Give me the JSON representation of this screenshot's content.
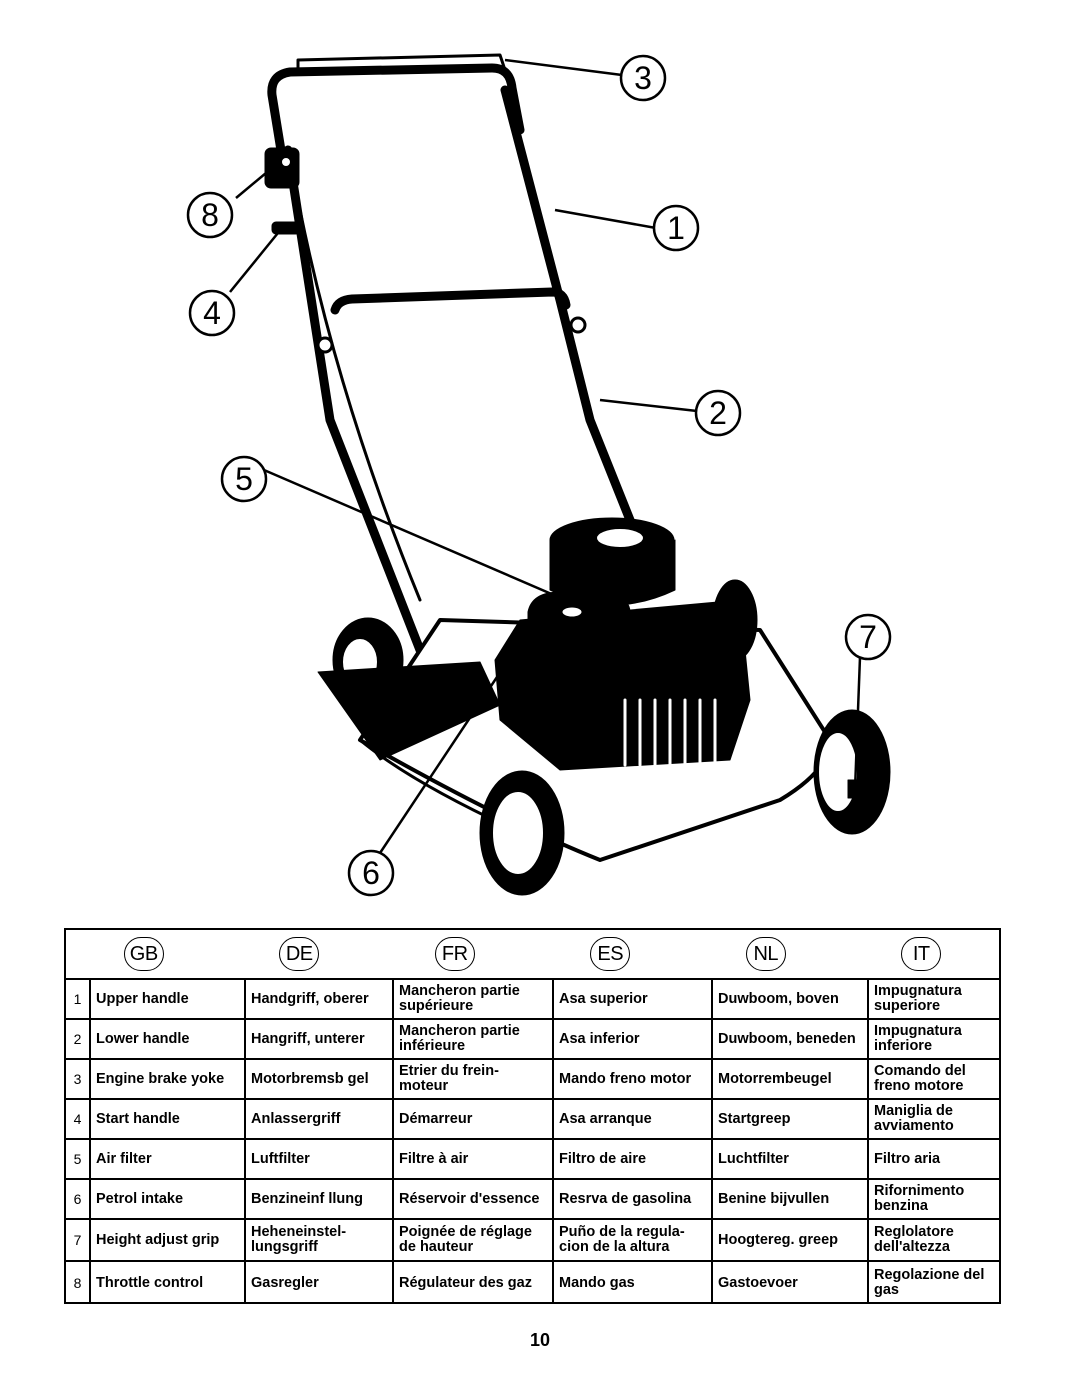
{
  "callouts": [
    "1",
    "2",
    "3",
    "4",
    "5",
    "6",
    "7",
    "8"
  ],
  "languages": [
    "GB",
    "DE",
    "FR",
    "ES",
    "NL",
    "IT"
  ],
  "parts": [
    {
      "num": "1",
      "gb": "Upper handle",
      "de": "Handgriff, oberer",
      "fr": "Mancheron partie supérieure",
      "es": "Asa superior",
      "nl": "Duwboom, boven",
      "it": "Impugnatura superiore"
    },
    {
      "num": "2",
      "gb": "Lower handle",
      "de": "Hangriff, unterer",
      "fr": "Mancheron partie inférieure",
      "es": "Asa inferior",
      "nl": "Duwboom, beneden",
      "it": "Impugnatura inferiore"
    },
    {
      "num": "3",
      "gb": "Engine brake yoke",
      "de": "Motorbremsb gel",
      "fr": "Etrier du frein-moteur",
      "es": "Mando freno motor",
      "nl": "Motorrembeugel",
      "it": "Comando del freno motore"
    },
    {
      "num": "4",
      "gb": "Start handle",
      "de": "Anlassergriff",
      "fr": "Démarreur",
      "es": "Asa arranque",
      "nl": "Startgreep",
      "it": "Maniglia de avviamento"
    },
    {
      "num": "5",
      "gb": "Air filter",
      "de": "Luftfilter",
      "fr": "Filtre à air",
      "es": "Filtro de aire",
      "nl": "Luchtfilter",
      "it": "Filtro aria"
    },
    {
      "num": "6",
      "gb": "Petrol intake",
      "de": "Benzineinf llung",
      "fr": "Réservoir d'essence",
      "es": "Resrva de gasolina",
      "nl": "Benine bijvullen",
      "it": "Rifornimento benzina"
    },
    {
      "num": "7",
      "gb": "Height adjust grip",
      "de": "Heheneinstel-lungsgriff",
      "fr": "Poignée de réglage de hauteur",
      "es": "Puño de la regula-cion de la altura",
      "nl": "Hoogtereg. greep",
      "it": "Reglolatore dell'altezza"
    },
    {
      "num": "8",
      "gb": "Throttle control",
      "de": "Gasregler",
      "fr": "Régulateur des gaz",
      "es": "Mando gas",
      "nl": "Gastoevoer",
      "it": "Regolazione del gas"
    }
  ],
  "page_number": "10"
}
